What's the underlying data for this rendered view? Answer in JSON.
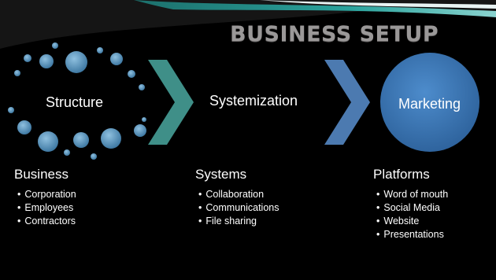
{
  "slide": {
    "title": "BUSINESS SETUP",
    "stages": [
      {
        "label": "Structure"
      },
      {
        "label": "Systemization"
      },
      {
        "label": "Marketing"
      }
    ],
    "columns": [
      {
        "heading": "Business",
        "items": [
          "Corporation",
          "Employees",
          "Contractors"
        ]
      },
      {
        "heading": "Systems",
        "items": [
          "Collaboration",
          "Communications",
          "File sharing"
        ]
      },
      {
        "heading": "Platforms",
        "items": [
          "Word of mouth",
          "Social Media",
          "Website",
          "Presentations"
        ]
      }
    ],
    "colors": {
      "background": "#000000",
      "title": "#9a9898",
      "text": "#ffffff",
      "dots": "#5a8fb4",
      "chevron_teal": "#3f8f88",
      "chevron_blue": "#4c7ab0",
      "marketing_circle": "#3f7ab8",
      "swoosh_teal": "#2aa39d"
    }
  }
}
